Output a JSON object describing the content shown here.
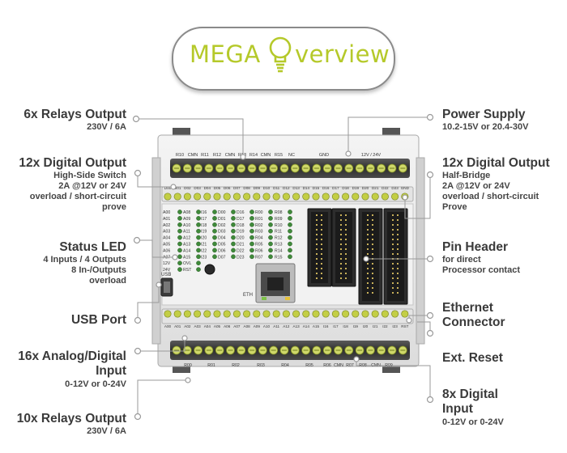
{
  "title": {
    "part1": "MEGA",
    "part2": "verview",
    "accent": "#b5c92a"
  },
  "labels_left": [
    {
      "heading": "6x Relays Output",
      "sub": [
        "230V / 6A"
      ]
    },
    {
      "heading": "12x Digital Output",
      "sub": [
        "High-Side Switch",
        "2A @12V or 24V",
        "overload / short-circuit",
        "prove"
      ]
    },
    {
      "heading": "Status LED",
      "sub": [
        "4 Inputs / 4 Outputs",
        "8 In-/Outputs",
        "overload"
      ]
    },
    {
      "heading": "USB Port",
      "sub": []
    },
    {
      "heading": "16x Analog/Digital",
      "sub": []
    },
    {
      "heading": "Input",
      "sub": [
        "0-12V or 0-24V"
      ]
    },
    {
      "heading": "10x Relays Output",
      "sub": [
        "230V / 6A"
      ]
    }
  ],
  "labels_right": [
    {
      "heading": "Power Supply",
      "sub": [
        "10.2-15V or 20.4-30V"
      ]
    },
    {
      "heading": "12x Digital Output",
      "sub": [
        "Half-Bridge",
        "2A @12V or 24V",
        "overload / short-circuit",
        "Prove"
      ]
    },
    {
      "heading": "Pin Header",
      "sub": [
        "for direct",
        "Processor contact"
      ]
    },
    {
      "heading": "Ethernet",
      "sub": []
    },
    {
      "heading": "Connector",
      "sub": []
    },
    {
      "heading": "Ext. Reset",
      "sub": []
    },
    {
      "heading": "8x Digital",
      "sub": []
    },
    {
      "heading": "Input",
      "sub": [
        "0-12V or 0-24V"
      ]
    }
  ],
  "board": {
    "top_terminal_labels": [
      "R10",
      "CMN",
      "R11",
      "R12",
      "CMN",
      "R13",
      "R14",
      "CMN",
      "R15",
      "NC",
      "GND",
      "12V / 24V"
    ],
    "top_pin_labels": [
      "D00",
      "D01",
      "D02",
      "D03",
      "D04",
      "D05",
      "D06",
      "D07",
      "D08",
      "D09",
      "D10",
      "D11",
      "D12",
      "D13",
      "D14",
      "D15",
      "D16",
      "D17",
      "D18",
      "D19",
      "D20",
      "D21",
      "D22",
      "D23",
      "GND"
    ],
    "led_col1": [
      "A00",
      "A01",
      "A02",
      "A03",
      "A04",
      "A05",
      "A06",
      "A07",
      "12V",
      "24V"
    ],
    "led_col2": [
      "A08",
      "A09",
      "A10",
      "A11",
      "A12",
      "A13",
      "A14",
      "A15",
      "OVL",
      "RST"
    ],
    "led_col3": [
      "I16",
      "I17",
      "I18",
      "I19",
      "I20",
      "I21",
      "I22",
      "I23"
    ],
    "led_col4": [
      "D00",
      "D01",
      "D02",
      "D03",
      "D04",
      "D05",
      "D06",
      "D07"
    ],
    "led_col5": [
      "D16",
      "D17",
      "D18",
      "D19",
      "D20",
      "D21",
      "D22",
      "D23"
    ],
    "led_col6": [
      "R00",
      "R01",
      "R02",
      "R03",
      "R04",
      "R05",
      "R06",
      "R07"
    ],
    "led_col7": [
      "R08",
      "R09",
      "R10",
      "R11",
      "R12",
      "R13",
      "R14",
      "R15"
    ],
    "usb_label": "USB",
    "eth_label": "ETH",
    "bottom_pin_labels": [
      "A00",
      "A01",
      "A02",
      "A03",
      "A04",
      "A05",
      "A06",
      "A07",
      "A08",
      "A09",
      "A10",
      "A11",
      "A12",
      "A13",
      "A14",
      "A15",
      "I16",
      "I17",
      "I18",
      "I19",
      "I20",
      "I21",
      "I22",
      "I23",
      "RST"
    ],
    "bottom_terminal_labels": [
      "R00",
      "R01",
      "R02",
      "R03",
      "R04",
      "R05",
      "R06",
      "CMN",
      "R07",
      "R08",
      "CMN",
      "R09"
    ]
  }
}
